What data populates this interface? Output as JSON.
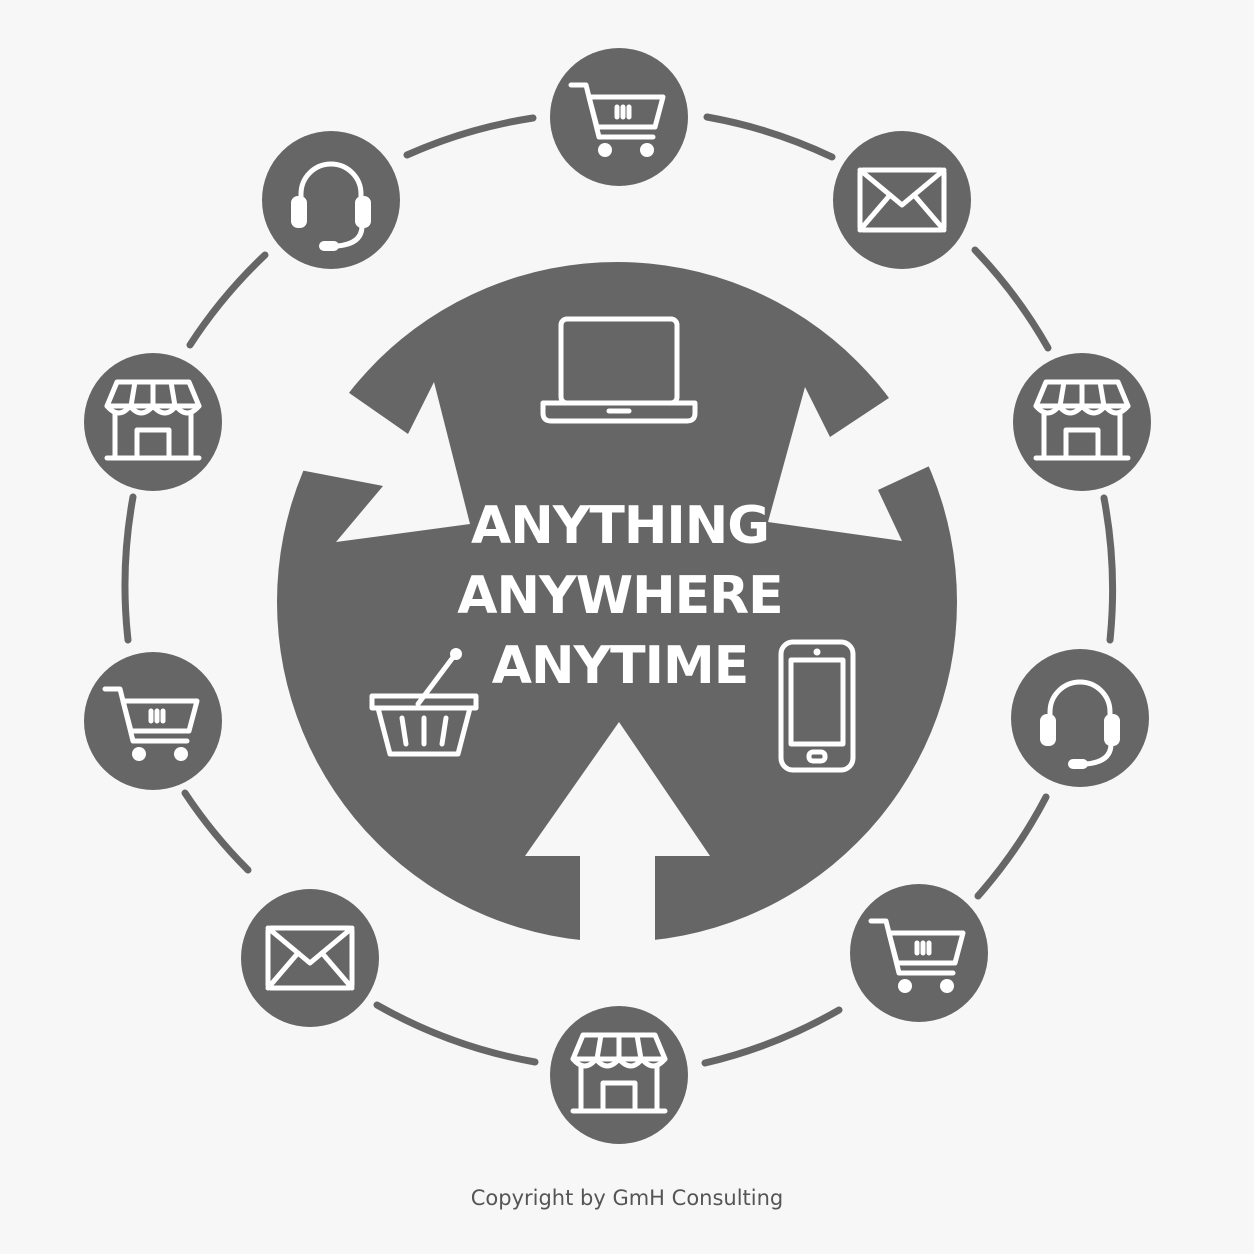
{
  "colors": {
    "background": "#f7f7f7",
    "primary": "#666666",
    "icon": "#ffffff",
    "text": "#555555"
  },
  "center": {
    "line1": "ANYTHING",
    "line2": "ANYWHERE",
    "line3": "ANYTIME"
  },
  "center_icons": [
    "laptop-icon",
    "shopping-basket-icon",
    "smartphone-icon"
  ],
  "arrows": [
    "arrow-top-left",
    "arrow-top-right",
    "arrow-bottom-up"
  ],
  "ring_nodes": [
    "shopping-cart-icon",
    "envelope-icon",
    "storefront-icon",
    "headset-icon",
    "shopping-cart-icon",
    "storefront-icon",
    "envelope-icon",
    "shopping-cart-icon",
    "storefront-icon",
    "headset-icon"
  ],
  "footer": {
    "copyright": "Copyright by GmH Consulting"
  }
}
